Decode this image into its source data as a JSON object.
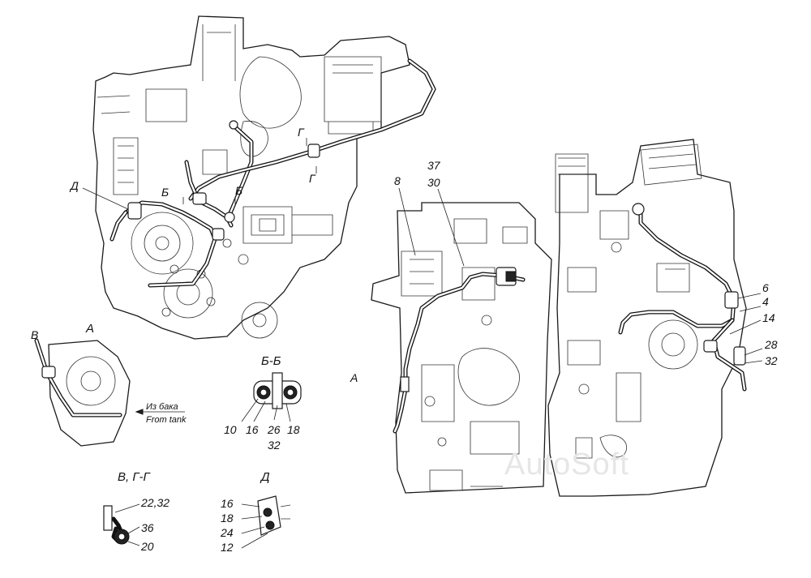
{
  "watermark": "AutoSoft",
  "section_labels": {
    "view_a": "А",
    "section_bb": "Б-Б",
    "section_vgg": "В, Г-Г",
    "view_d": "Д",
    "mark_a_arrow": "А",
    "mark_v": "В",
    "mark_g_upper": "Г",
    "mark_g_lower": "Г",
    "mark_b_left": "Б",
    "mark_b_right": "Б",
    "mark_d": "Д"
  },
  "annotations": {
    "from_tank_ru": "Из бака",
    "from_tank_en": "From tank"
  },
  "callouts": {
    "c37": "37",
    "c30": "30",
    "c8": "8",
    "c6": "6",
    "c4": "4",
    "c14": "14",
    "c28": "28",
    "c32_right": "32",
    "bb_10": "10",
    "bb_16": "16",
    "bb_26": "26",
    "bb_18": "18",
    "bb_32": "32",
    "vg_2232": "22,32",
    "vg_36": "36",
    "vg_20": "20",
    "d_16": "16",
    "d_18": "18",
    "d_24": "24",
    "d_12": "12"
  }
}
